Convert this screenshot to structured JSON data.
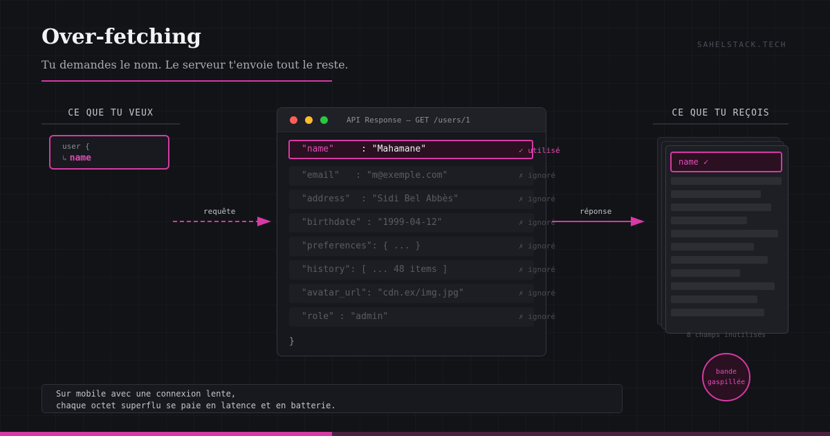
{
  "header": {
    "title": "Over-fetching",
    "subtitle": "Tu demandes le nom. Le serveur t'envoie tout le reste.",
    "brand": "SAHELSTACK.TECH"
  },
  "left": {
    "heading": "CE QUE TU VEUX",
    "query_line1": "user {",
    "query_hook": "↳",
    "query_field": "name"
  },
  "request_label": "requête",
  "response_label": "réponse",
  "api": {
    "title": "API Response — GET /users/1",
    "closing_brace": "}",
    "fields": [
      {
        "key": "\"name\"",
        "sep": "     : ",
        "value": "\"Mahamane\"",
        "tag": "✓ utilisé"
      },
      {
        "key": "\"email\"",
        "sep": "   : ",
        "value": "\"m@exemple.com\"",
        "tag": "✗ ignoré"
      },
      {
        "key": "\"address\"",
        "sep": "  : ",
        "value": "\"Sidi Bel Abbès\"",
        "tag": "✗ ignoré"
      },
      {
        "key": "\"birthdate\"",
        "sep": " : ",
        "value": "\"1999-04-12\"",
        "tag": "✗ ignoré"
      },
      {
        "key": "\"preferences\"",
        "sep": ": ",
        "value": "{ ... }",
        "tag": "✗ ignoré"
      },
      {
        "key": "\"history\"",
        "sep": ": ",
        "value": "[ ... 48 items ]",
        "tag": "✗ ignoré"
      },
      {
        "key": "\"avatar_url\"",
        "sep": ": ",
        "value": "\"cdn.ex/img.jpg\"",
        "tag": "✗ ignoré"
      },
      {
        "key": "\"role\"",
        "sep": " : ",
        "value": "\"admin\"",
        "tag": "✗ ignoré"
      }
    ]
  },
  "right": {
    "heading": "CE QUE TU REÇOIS",
    "name_pill": "name ✓",
    "unused_caption": "8 champs inutilisés",
    "badge_line1": "bande",
    "badge_line2": "gaspillée"
  },
  "note": {
    "line1": "Sur mobile avec une connexion lente,",
    "line2": "chaque octet superflu se paie en latence et en batterie."
  },
  "colors": {
    "accent": "#d63aa4",
    "accent_text": "#e24bb8",
    "background": "#121317"
  }
}
